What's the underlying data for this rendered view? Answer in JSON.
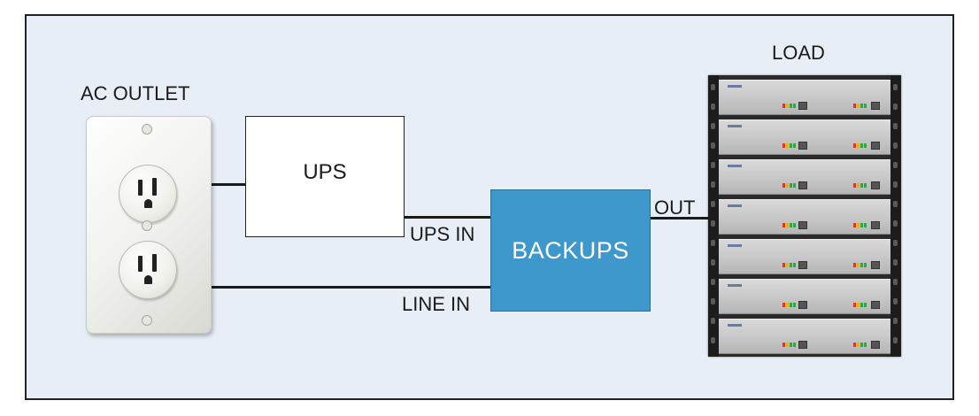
{
  "diagram": {
    "labels": {
      "ac_outlet": "AC OUTLET",
      "load": "LOAD",
      "ups": "UPS",
      "backups": "BACKUPS",
      "ups_in": "UPS IN",
      "line_in": "LINE IN",
      "out": "OUT"
    },
    "colors": {
      "background": "#e7eef5",
      "backups_box": "#3f98cc",
      "ups_box": "#ffffff",
      "wire": "#1a1a1a"
    },
    "images": {
      "outlet": "duplex-ac-outlet",
      "load": "server-rack"
    }
  }
}
